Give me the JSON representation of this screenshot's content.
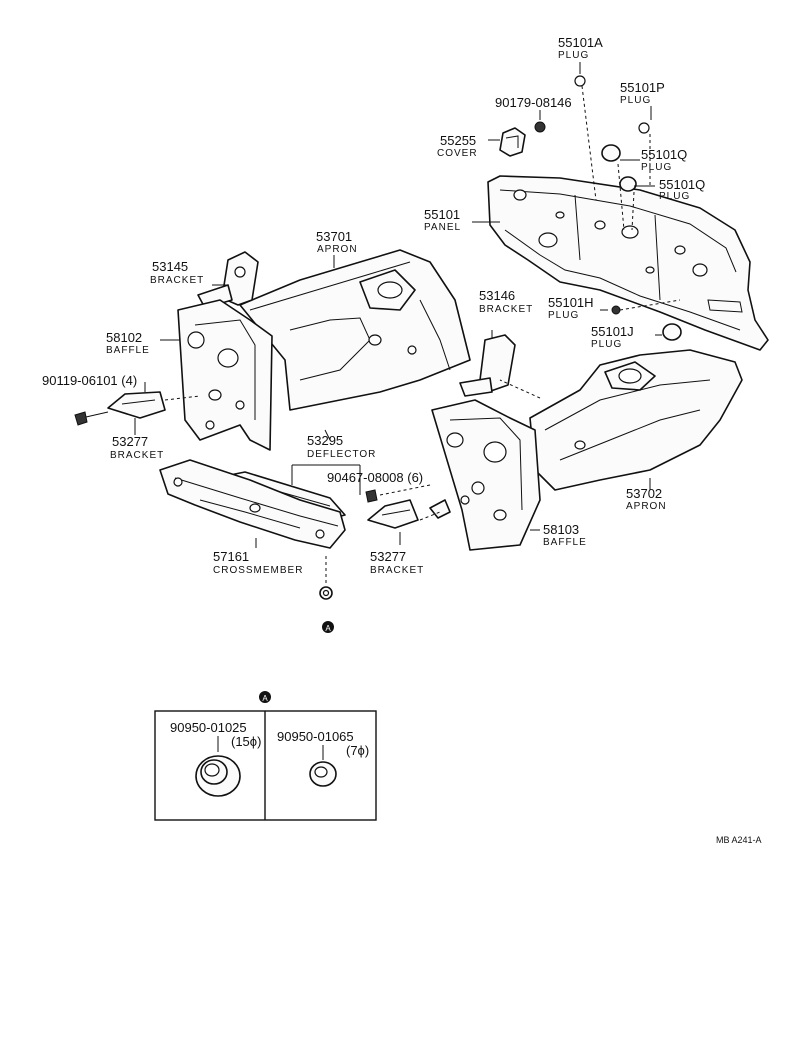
{
  "callouts": {
    "p55101A": {
      "num": "55101A",
      "name": "PLUG"
    },
    "p55101P": {
      "num": "55101P",
      "name": "PLUG"
    },
    "p90179": {
      "num": "90179-08146"
    },
    "p55255": {
      "num": "55255",
      "name": "COVER"
    },
    "p55101Q1": {
      "num": "55101Q",
      "name": "PLUG"
    },
    "p55101Q2": {
      "num": "55101Q",
      "name": "PLUG"
    },
    "p55101": {
      "num": "55101",
      "name": "PANEL"
    },
    "p53701": {
      "num": "53701",
      "name": "APRON"
    },
    "p53145": {
      "num": "53145",
      "name": "BRACKET"
    },
    "p53146": {
      "num": "53146",
      "name": "BRACKET"
    },
    "p55101H": {
      "num": "55101H",
      "name": "PLUG"
    },
    "p55101J": {
      "num": "55101J",
      "name": "PLUG"
    },
    "p58102": {
      "num": "58102",
      "name": "BAFFLE"
    },
    "p90119": {
      "num": "90119-06101 (4)"
    },
    "p53277a": {
      "num": "53277",
      "name": "BRACKET"
    },
    "p53295": {
      "num": "53295",
      "name": "DEFLECTOR"
    },
    "p90467": {
      "num": "90467-08008 (6)"
    },
    "p53702": {
      "num": "53702",
      "name": "APRON"
    },
    "p58103": {
      "num": "58103",
      "name": "BAFFLE"
    },
    "p57161": {
      "num": "57161",
      "name": "CROSSMEMBER"
    },
    "p53277b": {
      "num": "53277",
      "name": "BRACKET"
    }
  },
  "detail": {
    "marker": "A",
    "left": {
      "num": "90950-01025",
      "size": "(15ϕ)"
    },
    "right": {
      "num": "90950-01065",
      "size": "(7ϕ)"
    }
  },
  "footer": {
    "code": "MB  A241-A"
  }
}
